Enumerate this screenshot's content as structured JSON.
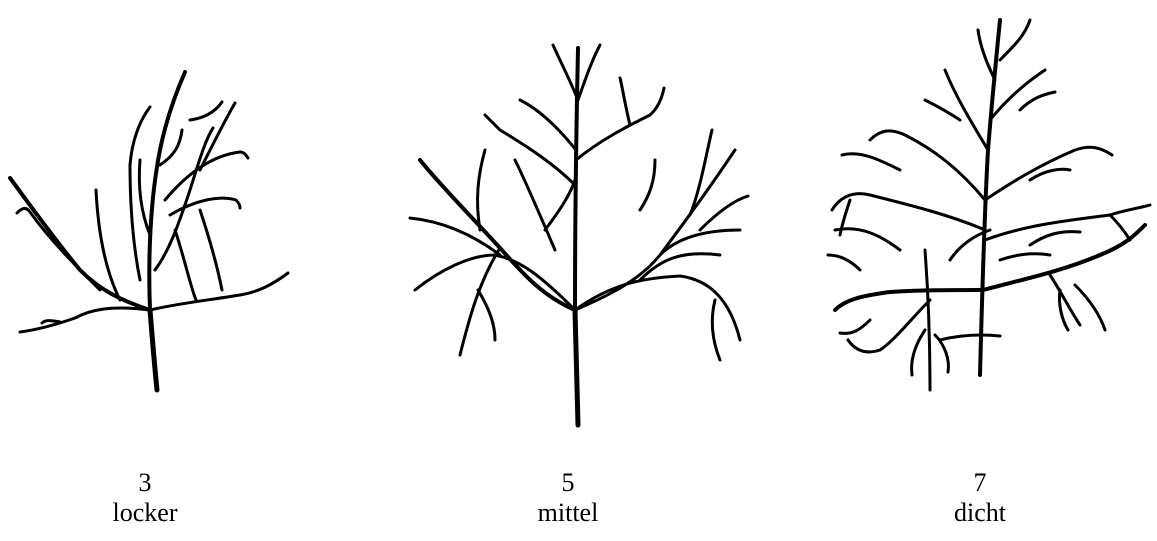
{
  "panels": [
    {
      "value": "3",
      "label": "locker"
    },
    {
      "value": "5",
      "label": "mittel"
    },
    {
      "value": "7",
      "label": "dicht"
    }
  ],
  "colors": {
    "ink": "#000000",
    "background": "#ffffff"
  }
}
